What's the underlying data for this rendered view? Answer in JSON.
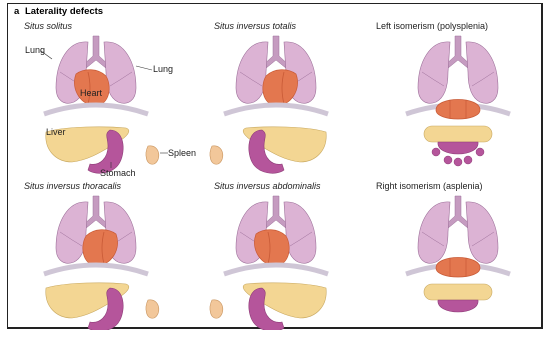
{
  "figure": {
    "heading_letter": "a",
    "heading_text": "Laterality defects",
    "panels": [
      {
        "key": "solitus",
        "title": "Situs solitus",
        "italic": true
      },
      {
        "key": "totalis",
        "title": "Situs inversus totalis",
        "italic": true
      },
      {
        "key": "left_iso",
        "title": "Left isomerism (polysplenia)",
        "italic": false
      },
      {
        "key": "thoracalis",
        "title": "Situs inversus thoracalis",
        "italic": true
      },
      {
        "key": "abdominalis",
        "title": "Situs inversus abdominalis",
        "italic": true
      },
      {
        "key": "right_iso",
        "title": "Right isomerism (asplenia)",
        "italic": false
      }
    ],
    "labels": {
      "lung_left": "Lung",
      "lung_right": "Lung",
      "heart": "Heart",
      "liver": "Liver",
      "spleen": "Spleen",
      "stomach": "Stomach"
    }
  },
  "colors": {
    "lung": "#dcb3d4",
    "lung_stroke": "#9c6f99",
    "trachea": "#c59bc0",
    "heart": "#e3774f",
    "heart_dark": "#c85a36",
    "liver": "#f3d693",
    "liver_stroke": "#c8a860",
    "stomach": "#b5559b",
    "spleen": "#f2c79a",
    "diaphragm": "#e9e4ee"
  }
}
